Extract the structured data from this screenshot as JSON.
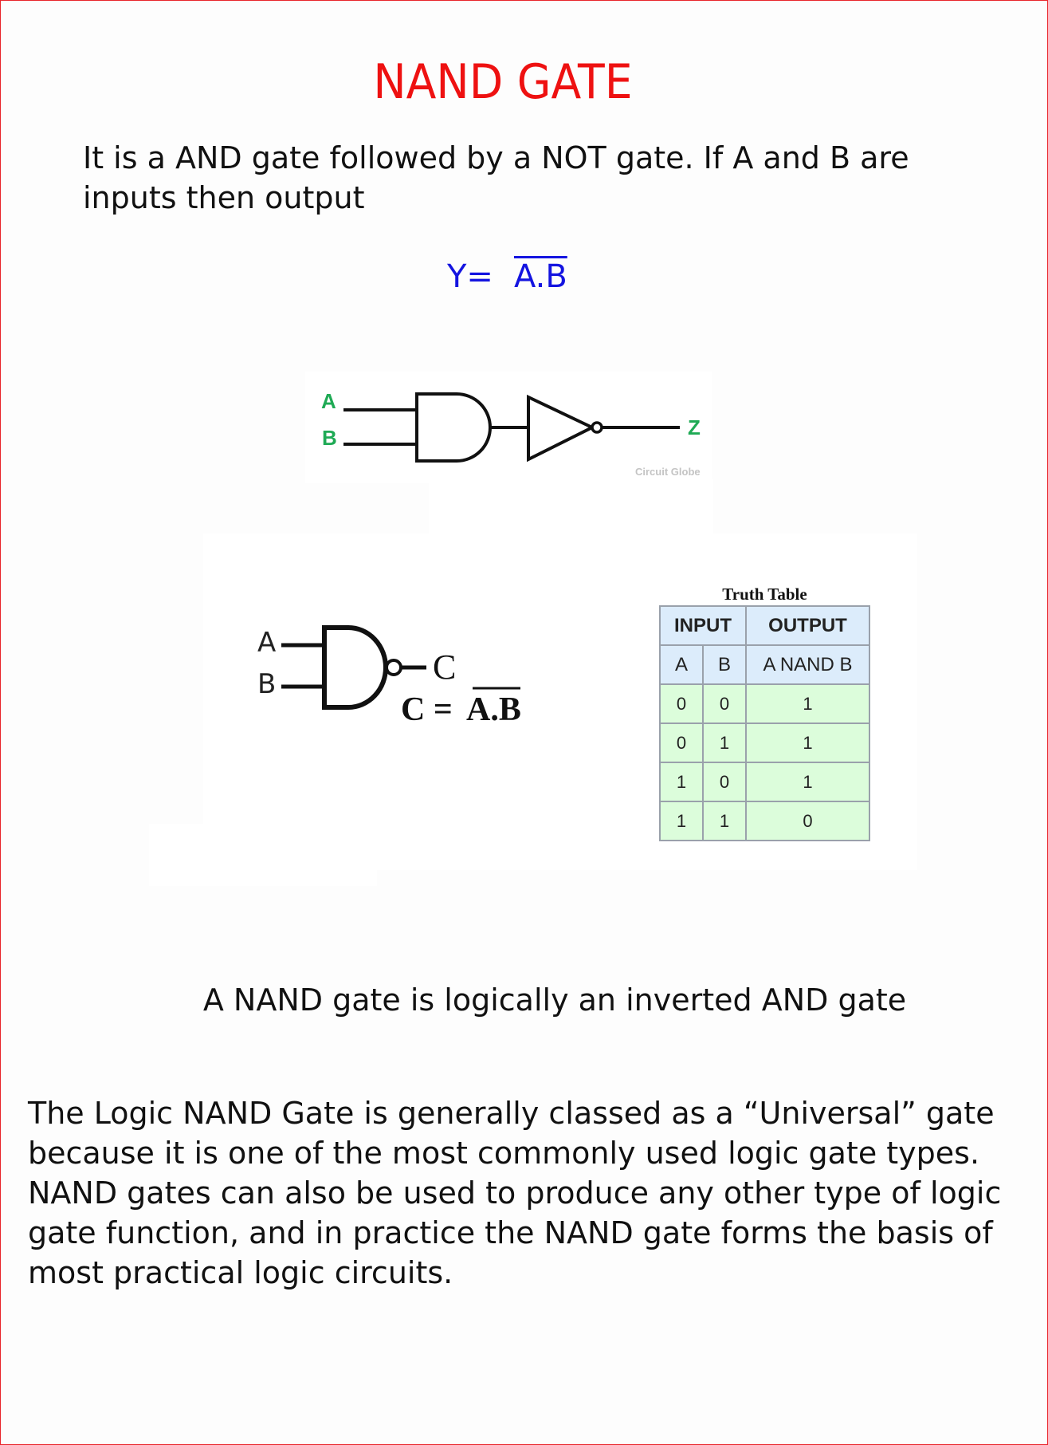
{
  "title": "NAND GATE",
  "intro": "It is a AND gate followed by a NOT gate. If A and B are inputs then output",
  "formula": {
    "lhs": "Y=",
    "rhs": "A.B"
  },
  "diagram_top": {
    "input_a": "A",
    "input_b": "B",
    "output": "Z",
    "watermark": "Circuit Globe",
    "label_color": "#1faa55"
  },
  "diagram_symbol": {
    "input_a": "A",
    "input_b": "B",
    "output": "C",
    "equation_lhs": "C = ",
    "equation_rhs": "A.B"
  },
  "truth_table": {
    "caption": "Truth Table",
    "header_input": "INPUT",
    "header_output": "OUTPUT",
    "columns": [
      "A",
      "B",
      "A NAND B"
    ],
    "rows": [
      [
        "0",
        "0",
        "1"
      ],
      [
        "0",
        "1",
        "1"
      ],
      [
        "1",
        "0",
        "1"
      ],
      [
        "1",
        "1",
        "0"
      ]
    ]
  },
  "caption": "A NAND gate is logically an inverted AND gate",
  "paragraph": "The Logic NAND Gate is generally classed as a “Universal” gate because it is one of the most commonly used logic gate types. NAND gates can also be used to produce any other type of logic gate function, and in practice the NAND gate forms the basis of most practical logic circuits.",
  "colors": {
    "title": "#ee1111",
    "formula": "#1414e0",
    "border": "#e8252b",
    "table_header": "#dcecfb",
    "table_body": "#dcfddb"
  }
}
